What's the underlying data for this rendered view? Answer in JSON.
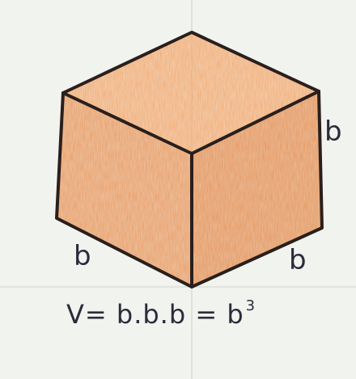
{
  "labels": {
    "edge_right": "b",
    "edge_left": "b",
    "edge_front": "b"
  },
  "formula": {
    "main": "V= b.b.b = b",
    "exponent": "3"
  },
  "colors": {
    "paper": "#f4f6f2",
    "cube_top": "#f3aa72",
    "cube_left": "#ef9f66",
    "cube_right": "#ec9a60",
    "edge": "#2a1f1c"
  }
}
